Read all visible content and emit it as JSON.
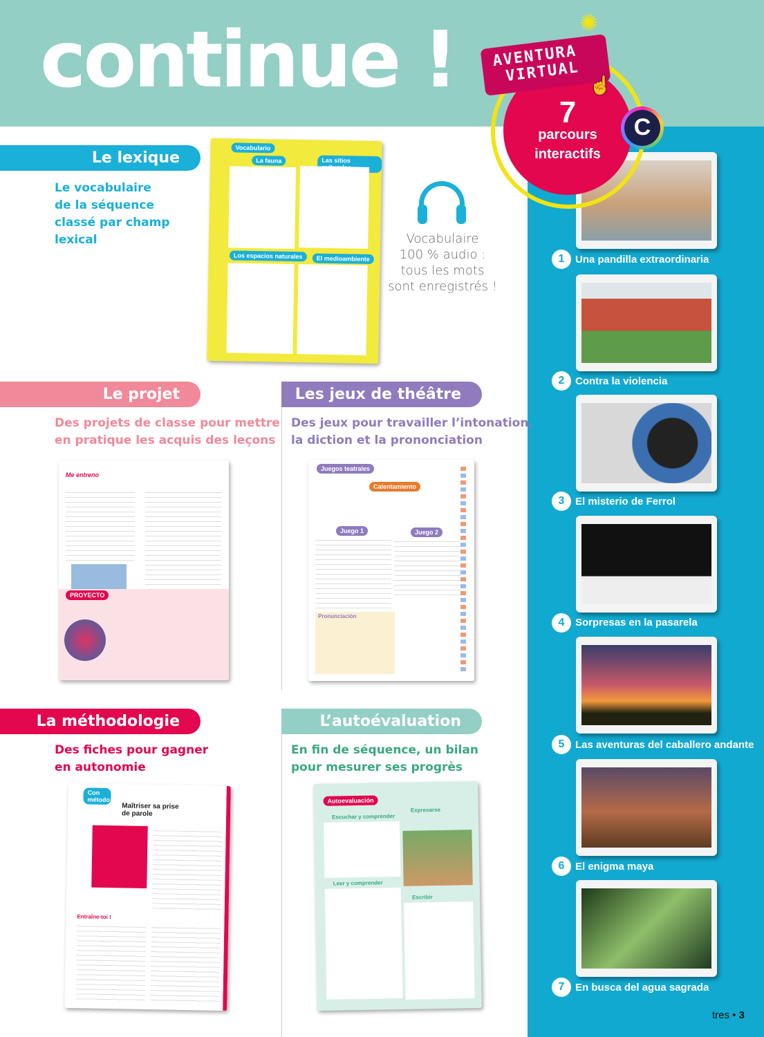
{
  "title": "continue !",
  "badge": {
    "label_line1": "AVENTURA",
    "label_line2": "VIRTUAL",
    "count": "7",
    "text_line1": "parcours",
    "text_line2": "interactifs",
    "colors": {
      "circle": "#e2074f",
      "ring": "#f2e313",
      "label": "#c8075a"
    }
  },
  "sections": {
    "lexique": {
      "tab": "Le lexique",
      "desc": [
        "Le vocabulaire",
        "de la séquence",
        "classé par champ",
        "lexical"
      ],
      "page_labels": [
        "Vocabulario",
        "La fauna",
        "Las sitios culturales",
        "Los espacios naturales",
        "El medioambiente"
      ],
      "note": [
        "Vocabulaire",
        "100 % audio :",
        "tous les mots",
        "sont enregistrés !"
      ]
    },
    "projet": {
      "tab": "Le projet",
      "desc": [
        "Des projets de classe pour mettre",
        "en pratique les acquis des leçons"
      ],
      "page_labels": [
        "Me entreno",
        "PROYECTO"
      ]
    },
    "theatre": {
      "tab": "Les jeux de théâtre",
      "desc": [
        "Des jeux pour travailler l’intonation,",
        "la diction et la prononciation"
      ],
      "page_labels": [
        "Juegos teatrales",
        "Calentamiento",
        "Juego 1",
        "Juego 2",
        "Pronunciación"
      ]
    },
    "methodologie": {
      "tab": "La méthodologie",
      "desc": [
        "Des fiches pour gagner",
        "en autonomie"
      ],
      "page_labels": [
        "Con método",
        "Maîtriser sa prise de parole",
        "Entraîne-toi !"
      ]
    },
    "autoevaluation": {
      "tab": "L’autoévaluation",
      "desc": [
        "En fin de séquence, un bilan",
        "pour mesurer ses progrès"
      ],
      "page_labels": [
        "Autoevaluación",
        "Escuchar y comprender",
        "Expresarse",
        "Leer y comprender",
        "Escribir"
      ]
    }
  },
  "parcours": [
    {
      "n": "1",
      "label": "Una pandilla extraordinaria"
    },
    {
      "n": "2",
      "label": "Contra la violencia"
    },
    {
      "n": "3",
      "label": "El misterio de Ferrol"
    },
    {
      "n": "4",
      "label": "Sorpresas en la pasarela"
    },
    {
      "n": "5",
      "label": "Las aventuras del caballero andante"
    },
    {
      "n": "6",
      "label": "El enigma maya"
    },
    {
      "n": "7",
      "label": "En busca del agua sagrada"
    }
  ],
  "footer": {
    "word": "tres",
    "number": "3"
  }
}
